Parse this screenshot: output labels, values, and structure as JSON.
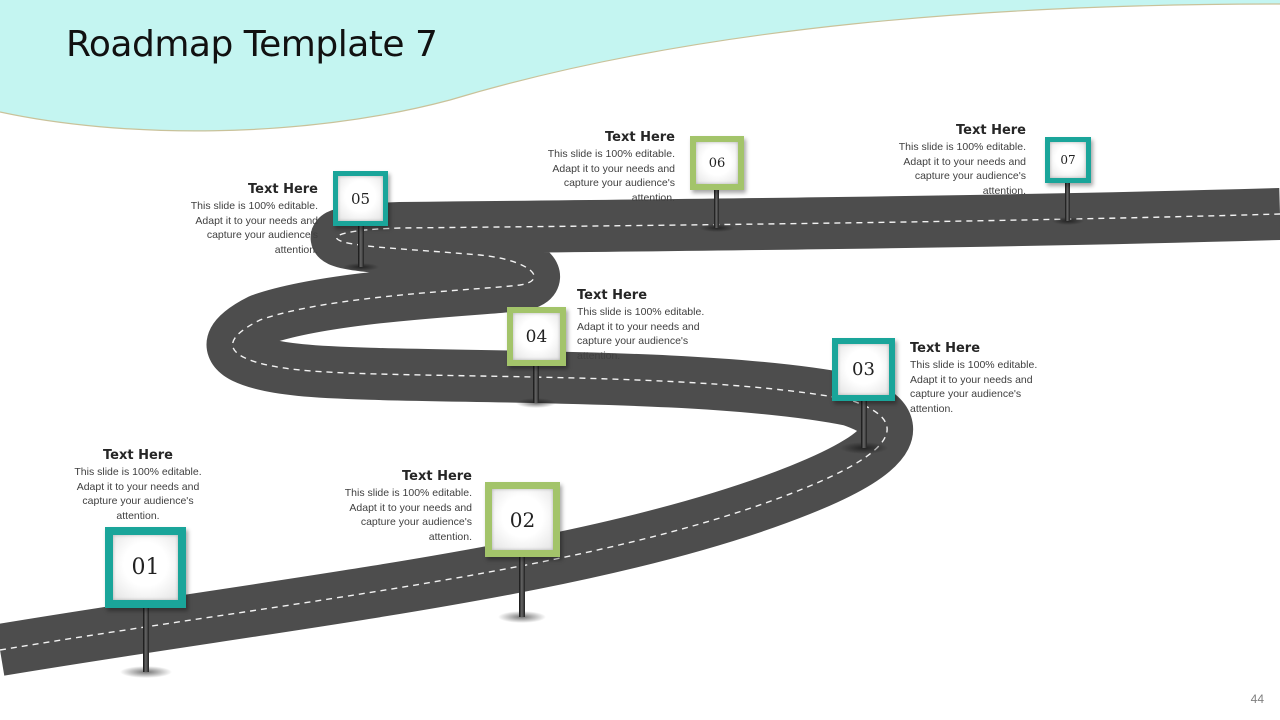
{
  "slide": {
    "title": "Roadmap Template 7",
    "page_number": "44"
  },
  "colors": {
    "banner": "#c4f5f1",
    "banner_edge": "#c9c29a",
    "road": "#4d4d4d",
    "road_marking": "#f2f2f2",
    "sign_teal": "#1aa59a",
    "sign_green": "#a3c46a"
  },
  "milestones": [
    {
      "number": "01",
      "heading": "Text Here",
      "body": "This slide is 100% editable. Adapt it to your needs and capture your audience's attention."
    },
    {
      "number": "02",
      "heading": "Text Here",
      "body": "This slide is 100% editable. Adapt it to your needs and capture your audience's attention."
    },
    {
      "number": "03",
      "heading": "Text Here",
      "body": "This slide is 100% editable. Adapt it to your needs and capture your audience's attention."
    },
    {
      "number": "04",
      "heading": "Text Here",
      "body": "This slide is 100% editable. Adapt it to your needs and capture your audience's attention."
    },
    {
      "number": "05",
      "heading": "Text Here",
      "body": "This slide is 100% editable. Adapt it to your needs and capture your audience's attention."
    },
    {
      "number": "06",
      "heading": "Text Here",
      "body": "This slide is 100% editable. Adapt it to your needs and capture your audience's attention."
    },
    {
      "number": "07",
      "heading": "Text Here",
      "body": "This slide is 100% editable. Adapt it to your needs and capture your audience's attention."
    }
  ]
}
